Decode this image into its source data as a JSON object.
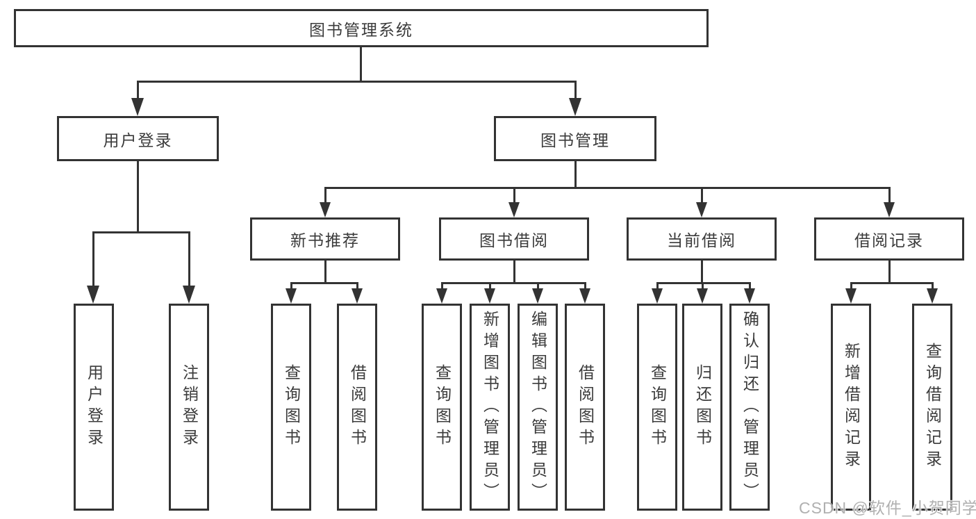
{
  "tree": {
    "root": {
      "label": "图书管理系统"
    },
    "branches": [
      {
        "label": "用户登录",
        "children": [
          {
            "label": "用户登录"
          },
          {
            "label": "注销登录"
          }
        ]
      },
      {
        "label": "图书管理",
        "children": [
          {
            "label": "新书推荐",
            "children": [
              {
                "label": "查询图书"
              },
              {
                "label": "借阅图书"
              }
            ]
          },
          {
            "label": "图书借阅",
            "children": [
              {
                "label": "查询图书"
              },
              {
                "label": "新增图书（管理员）"
              },
              {
                "label": "编辑图书（管理员）"
              },
              {
                "label": "借阅图书"
              }
            ]
          },
          {
            "label": "当前借阅",
            "children": [
              {
                "label": "查询图书"
              },
              {
                "label": "归还图书"
              },
              {
                "label": "确认归还（管理员）"
              }
            ]
          },
          {
            "label": "借阅记录",
            "children": [
              {
                "label": "新增借阅记录"
              },
              {
                "label": "查询借阅记录"
              }
            ]
          }
        ]
      }
    ]
  },
  "watermark": {
    "text": "CSDN @软件_小贺同学"
  },
  "colors": {
    "line": "#333333",
    "text": "#3b3b3b",
    "box_background": "#ffffff",
    "background": "#ffffff",
    "watermark": "#a8a8a8"
  }
}
